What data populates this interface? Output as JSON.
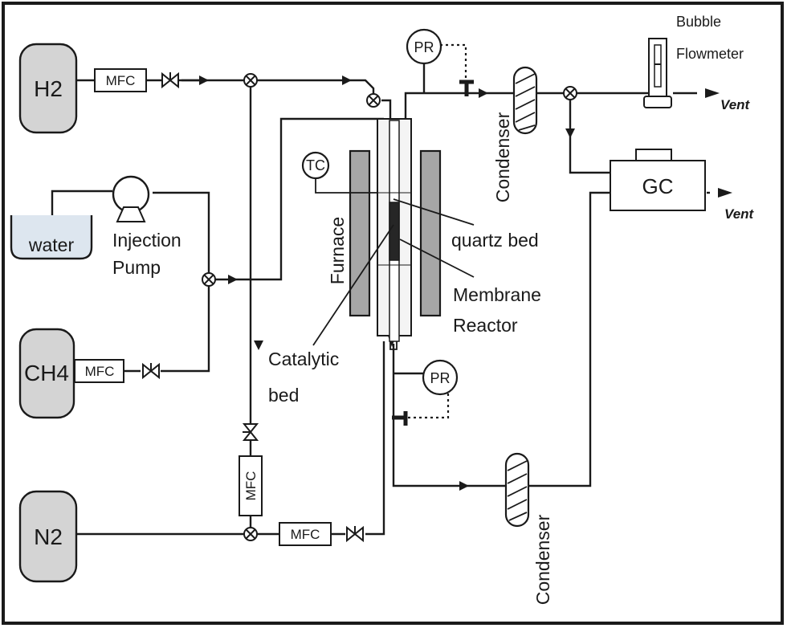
{
  "sources": {
    "h2": "H2",
    "water": "water",
    "ch4": "CH4",
    "n2": "N2"
  },
  "mfc_label": "MFC",
  "injection_pump": [
    "Injection",
    "Pump"
  ],
  "tc_label": "TC",
  "pr_label": "PR",
  "furnace_label": "Furnace",
  "condenser_label": "Condenser",
  "quartz_bed_label": "quartz bed",
  "membrane_reactor_label": [
    "Membrane",
    "Reactor"
  ],
  "catalytic_bed_label": [
    "Catalytic",
    "bed"
  ],
  "gc_label": "GC",
  "bubble_flowmeter_label": [
    "Bubble",
    "Flowmeter"
  ],
  "vent_label": "Vent"
}
